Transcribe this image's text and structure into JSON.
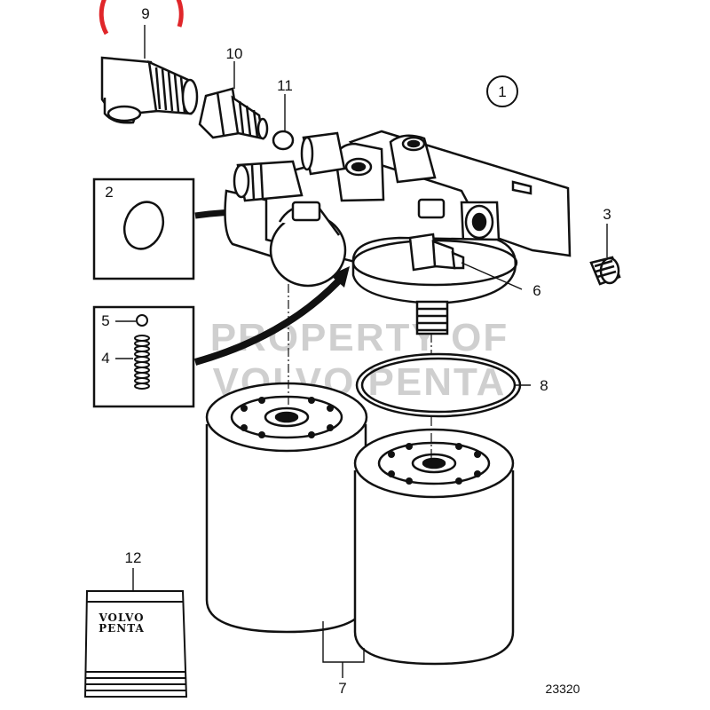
{
  "diagram": {
    "watermark": {
      "line1": "PROPERTY OF",
      "line2": "VOLVO PENTA"
    },
    "callouts": {
      "c1": "1",
      "c2": "2",
      "c3": "3",
      "c4": "4",
      "c5": "5",
      "c6": "6",
      "c7": "7",
      "c8": "8",
      "c9": "9",
      "c10": "10",
      "c11": "11",
      "c12": "12"
    },
    "highlighted_callout": "9",
    "highlight_color": "#e0262a",
    "kit_brand": {
      "line1": "VOLVO",
      "line2": "PENTA"
    },
    "drawing_number": "23320"
  }
}
